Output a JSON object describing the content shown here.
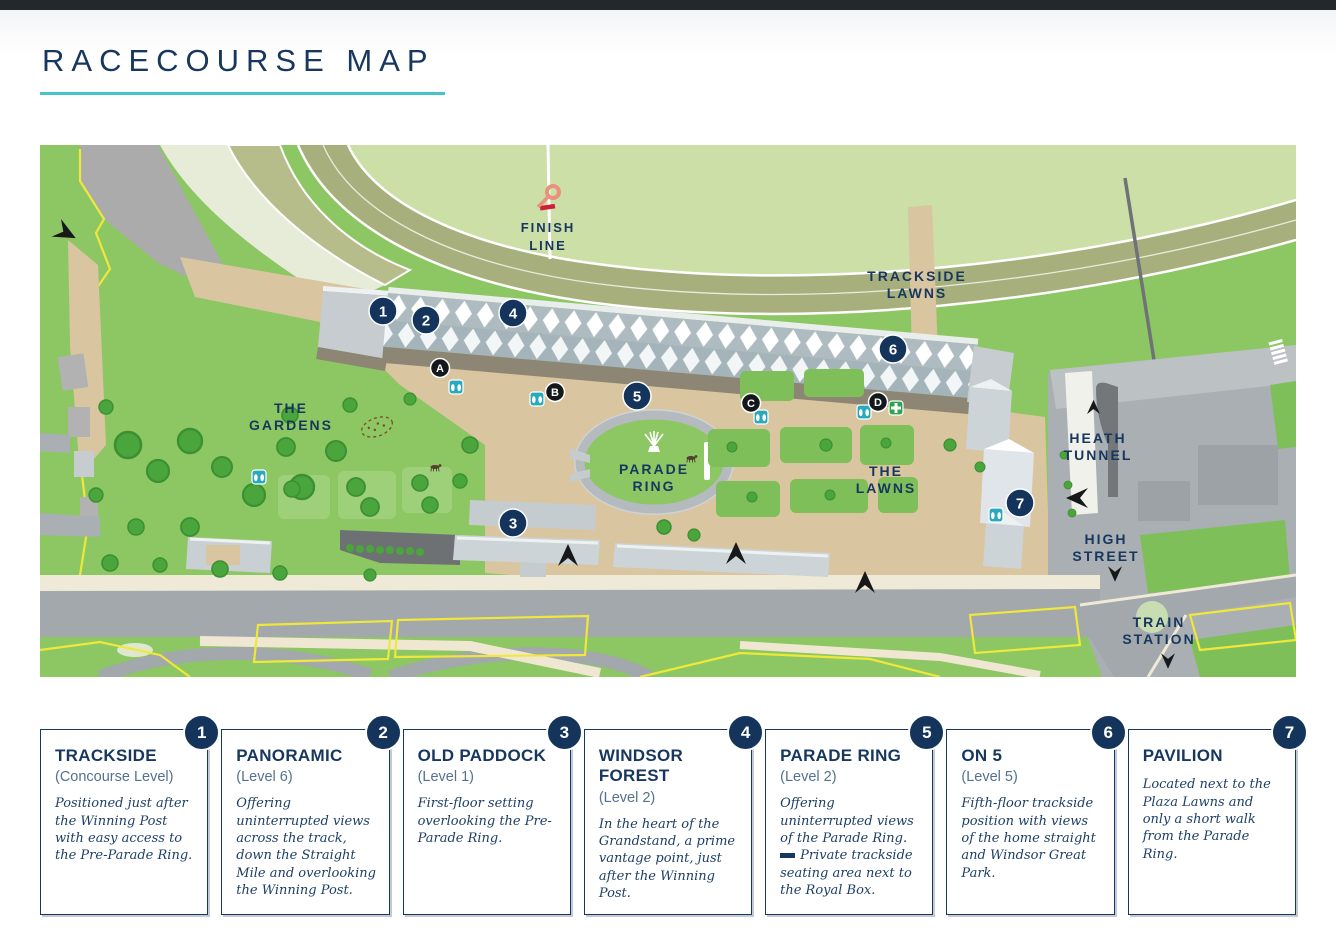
{
  "page": {
    "title": "RACECOURSE MAP"
  },
  "colors": {
    "navy": "#17375e",
    "teal_underline": "#47c4c8",
    "topbar": "#23282c",
    "grass": "#8cc763",
    "infield": "#cbdfa6",
    "track_olive": "#a7b07d",
    "track_light": "#b6bd8b",
    "tan_path": "#d9c5a0",
    "road_gray": "#a2a8ab",
    "cream_road": "#efe9d8",
    "roof_gray": "#aebcc1",
    "walkway": "#8e8674",
    "yellow_line": "#efe83a",
    "toilet_teal": "#29a9bd",
    "first_aid_green": "#2ea44f",
    "finish_red": "#d01f3c",
    "finish_post": "#e8927c"
  },
  "map": {
    "labels": {
      "finish_line": [
        "FINISH",
        "LINE"
      ],
      "trackside_lawns": [
        "TRACKSIDE",
        "LAWNS"
      ],
      "the_gardens": [
        "THE",
        "GARDENS"
      ],
      "parade_ring": [
        "PARADE",
        "RING"
      ],
      "the_lawns": [
        "THE",
        "LAWNS"
      ],
      "heath_tunnel": [
        "HEATH",
        "TUNNEL"
      ],
      "high_street": [
        "HIGH",
        "STREET"
      ],
      "train_station": [
        "TRAIN",
        "STATION"
      ]
    },
    "marker_numbers": [
      "1",
      "2",
      "3",
      "4",
      "5",
      "6",
      "7"
    ],
    "gates": [
      "A",
      "B",
      "C",
      "D"
    ]
  },
  "legend": {
    "cards": [
      {
        "number": "1",
        "title": "TRACKSIDE",
        "subtitle": "(Concourse Level)",
        "desc": "Positioned just after the Winning Post with easy access to the Pre-Parade Ring."
      },
      {
        "number": "2",
        "title": "PANORAMIC",
        "subtitle": "(Level 6)",
        "desc": "Offering uninterrupted views across the track, down the Straight Mile and overlooking the Winning Post."
      },
      {
        "number": "3",
        "title": "OLD PADDOCK",
        "subtitle": "(Level 1)",
        "desc": "First-floor setting overlooking the Pre-Parade Ring."
      },
      {
        "number": "4",
        "title": "WINDSOR FOREST",
        "subtitle": "(Level 2)",
        "desc": "In the heart of the Grandstand, a prime vantage point, just after the Winning Post."
      },
      {
        "number": "5",
        "title": "PARADE RING",
        "subtitle": "(Level 2)",
        "desc": "Offering uninterrupted views of the Parade Ring.",
        "desc2": "Private trackside seating area next to the Royal Box."
      },
      {
        "number": "6",
        "title": "ON 5",
        "subtitle": "(Level 5)",
        "desc": "Fifth-floor trackside position with views of the home straight and Windsor Great Park."
      },
      {
        "number": "7",
        "title": "PAVILION",
        "desc": "Located next to the Plaza Lawns and only a short walk from the Parade Ring."
      }
    ]
  }
}
